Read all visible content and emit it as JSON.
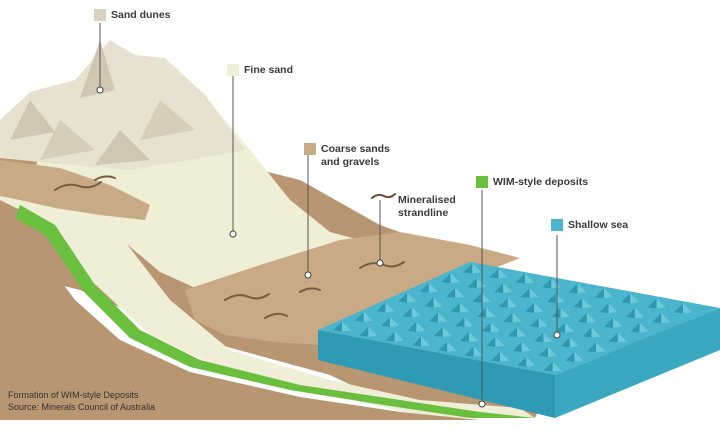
{
  "labels": {
    "sand_dunes": "Sand dunes",
    "fine_sand": "Fine sand",
    "coarse_sands_line1": "Coarse sands",
    "coarse_sands_line2": "and gravels",
    "mineralised_line1": "Mineralised",
    "mineralised_line2": "strandline",
    "wim_deposits": "WIM-style deposits",
    "shallow_sea": "Shallow sea"
  },
  "caption": {
    "title": "Formation of WIM-style Deposits",
    "source": "Source: Minerals Council of Australia"
  },
  "colors": {
    "sand_dunes": "#d9d2bf",
    "fine_sand": "#efeed6",
    "coarse_sands": "#c8aa85",
    "wim_deposits": "#6bbf3f",
    "shallow_sea": "#4ab5cc",
    "subsoil": "#b89672"
  }
}
